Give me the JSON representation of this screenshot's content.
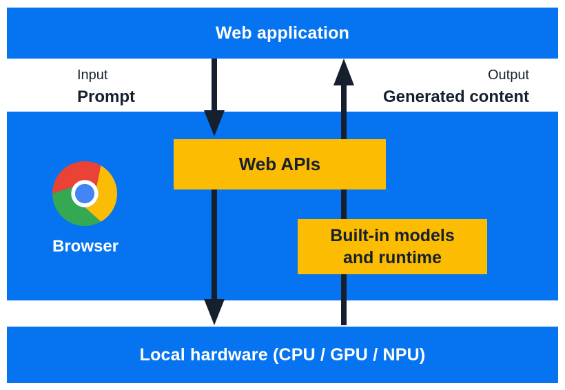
{
  "diagram": {
    "title": "Web application architecture diagram",
    "colors": {
      "primary_blue": "#0673f0",
      "accent_yellow": "#fcbc02",
      "dark_navy": "#16202e",
      "white": "#ffffff",
      "chrome_red": "#ea4335",
      "chrome_yellow": "#fbbc05",
      "chrome_green": "#34a853",
      "chrome_blue": "#4285f4"
    },
    "top_bar": {
      "label": "Web application"
    },
    "io_labels": {
      "input_title": "Input",
      "input_value": "Prompt",
      "output_title": "Output",
      "output_value": "Generated content"
    },
    "browser_section": {
      "logo": "chrome-logo",
      "label": "Browser"
    },
    "boxes": {
      "web_apis": {
        "label": "Web APIs"
      },
      "builtin": {
        "line1": "Built-in models",
        "line2": "and runtime"
      }
    },
    "arrows": {
      "down": "prompt flow from web application to local hardware",
      "up": "generated content flow from local hardware to web application"
    },
    "bottom_bar": {
      "label": "Local hardware (CPU / GPU / NPU)"
    }
  }
}
